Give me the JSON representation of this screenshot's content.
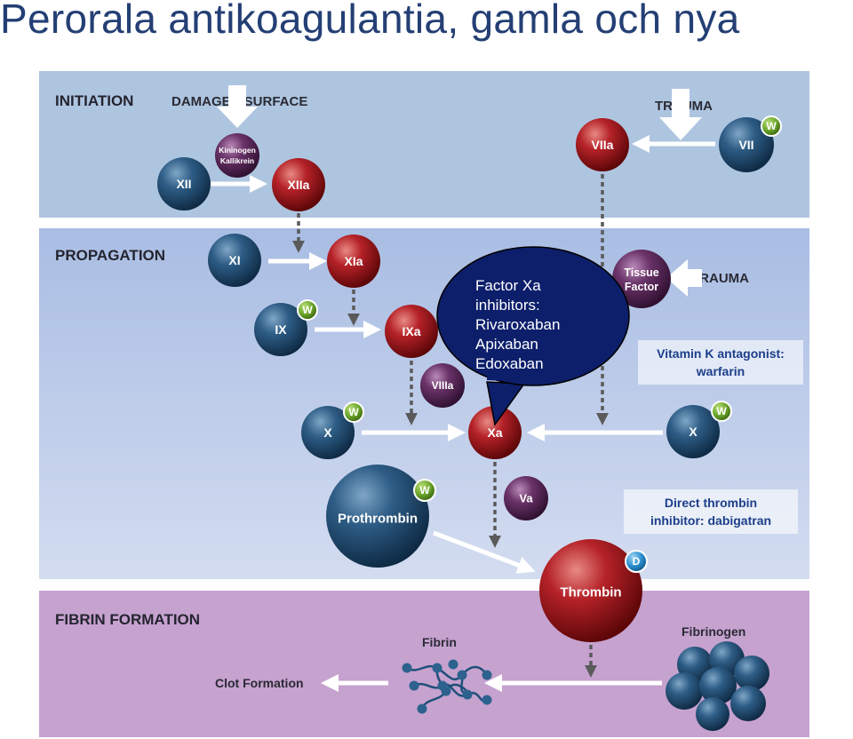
{
  "title": "Perorala antikoagulantia, gamla och nya",
  "bands": {
    "initiation": "INITIATION",
    "propagation": "PROPAGATION",
    "fibrin_formation": "FIBRIN FORMATION"
  },
  "triggers": {
    "damaged_surface": "DAMAGED SURFACE",
    "trauma_top": "TRAUMA",
    "trauma_mid": "TRAUMA"
  },
  "factors": {
    "xii": "XII",
    "xiia": "XIIa",
    "kininogen": "Kininogen",
    "kallikrein": "Kallikrein",
    "viia": "VIIa",
    "vii": "VII",
    "xi": "XI",
    "xia": "XIa",
    "ix": "IX",
    "ixa": "IXa",
    "viiia": "VIIIa",
    "tissue": "Tissue",
    "factor": "Factor",
    "x_left": "X",
    "xa": "Xa",
    "x_right": "X",
    "prothrombin": "Prothrombin",
    "va": "Va",
    "thrombin": "Thrombin"
  },
  "badges": {
    "w": "W",
    "d": "D"
  },
  "labels": {
    "vka_line1": "Vitamin K antagonist:",
    "vka_line2": "warfarin",
    "dti_line1": "Direct thrombin",
    "dti_line2": "inhibitor: dabigatran",
    "fibrin": "Fibrin",
    "fibrinogen": "Fibrinogen",
    "clot_formation": "Clot Formation"
  },
  "callout": {
    "lines": [
      "Factor Xa",
      "inhibitors:",
      "Rivaroxaban",
      "Apixaban",
      "Edoxaban"
    ]
  },
  "colors": {
    "initiation_band": "#aec5e0",
    "propagation_band": "#bccbe6",
    "fibrin_band": "#c6a2cf",
    "blue_factor": "#1e4c72",
    "red_factor": "#a8161c",
    "purple_factor": "#5b2a5c",
    "callout_fill": "#0d1f6b",
    "badge_green": "#6ba52b",
    "badge_blue": "#2b8fd0"
  }
}
